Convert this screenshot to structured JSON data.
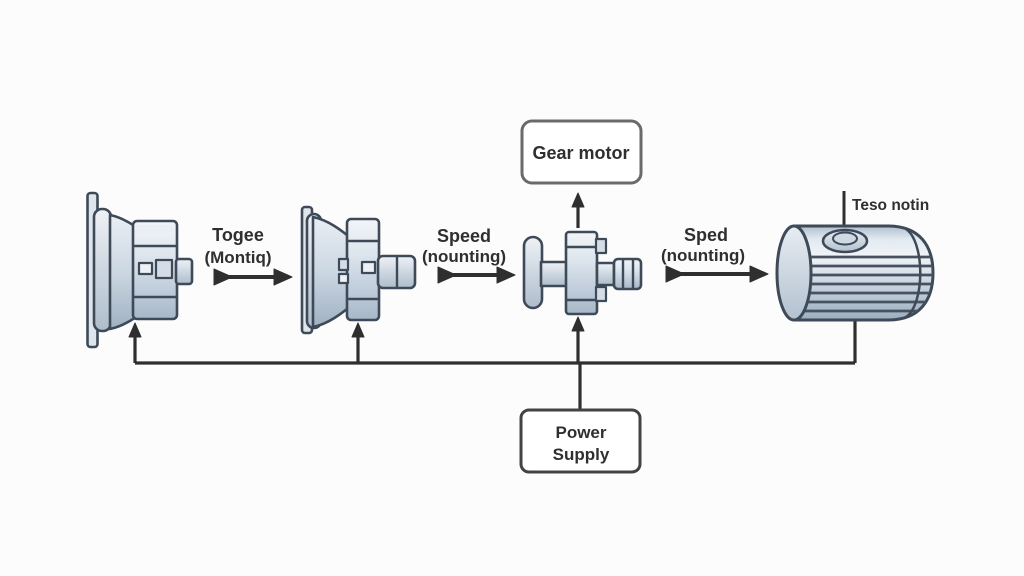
{
  "diagram": {
    "background": "#fcfcfc",
    "colors": {
      "line": "#2f2f2f",
      "text": "#2f2f2f",
      "part_outline": "#3e4a57",
      "part_fill_light": "#edf1f6",
      "part_fill_mid": "#c7d2df",
      "part_fill_dark": "#9dafc0",
      "box_fill": "#ffffff",
      "gear_box_border": "#6a6a6a",
      "power_box_border": "#434343"
    },
    "gear_motor_box": {
      "label": "Gear motor"
    },
    "power_supply_box": {
      "line1": "Power",
      "line2": "Supply"
    },
    "motor_pointer_label": "Teso notin",
    "coupling_labels": [
      {
        "line1": "Togee",
        "line2": "(Montiq)"
      },
      {
        "line1": "Speed",
        "line2": "(nounting)"
      },
      {
        "line1": "Sped",
        "line2": "(nounting)"
      }
    ]
  }
}
